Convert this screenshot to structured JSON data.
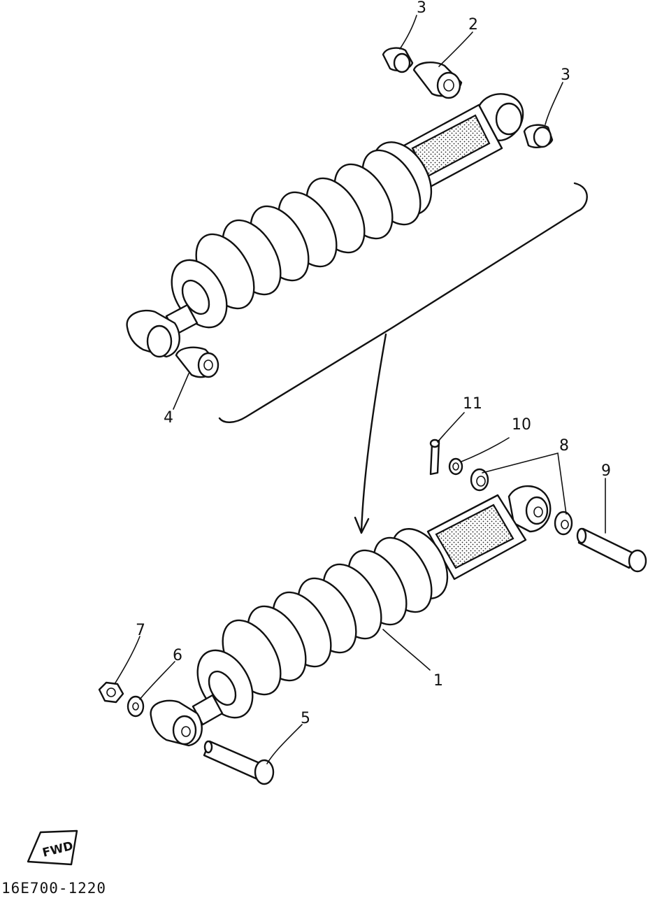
{
  "diagram": {
    "drawing_code": "16E700-1220",
    "fwd_label": "FWD",
    "callouts": {
      "c1": "1",
      "c2": "2",
      "c3a": "3",
      "c3b": "3",
      "c4": "4",
      "c5": "5",
      "c6": "6",
      "c7": "7",
      "c8": "8",
      "c9": "9",
      "c10": "10",
      "c11": "11"
    }
  }
}
